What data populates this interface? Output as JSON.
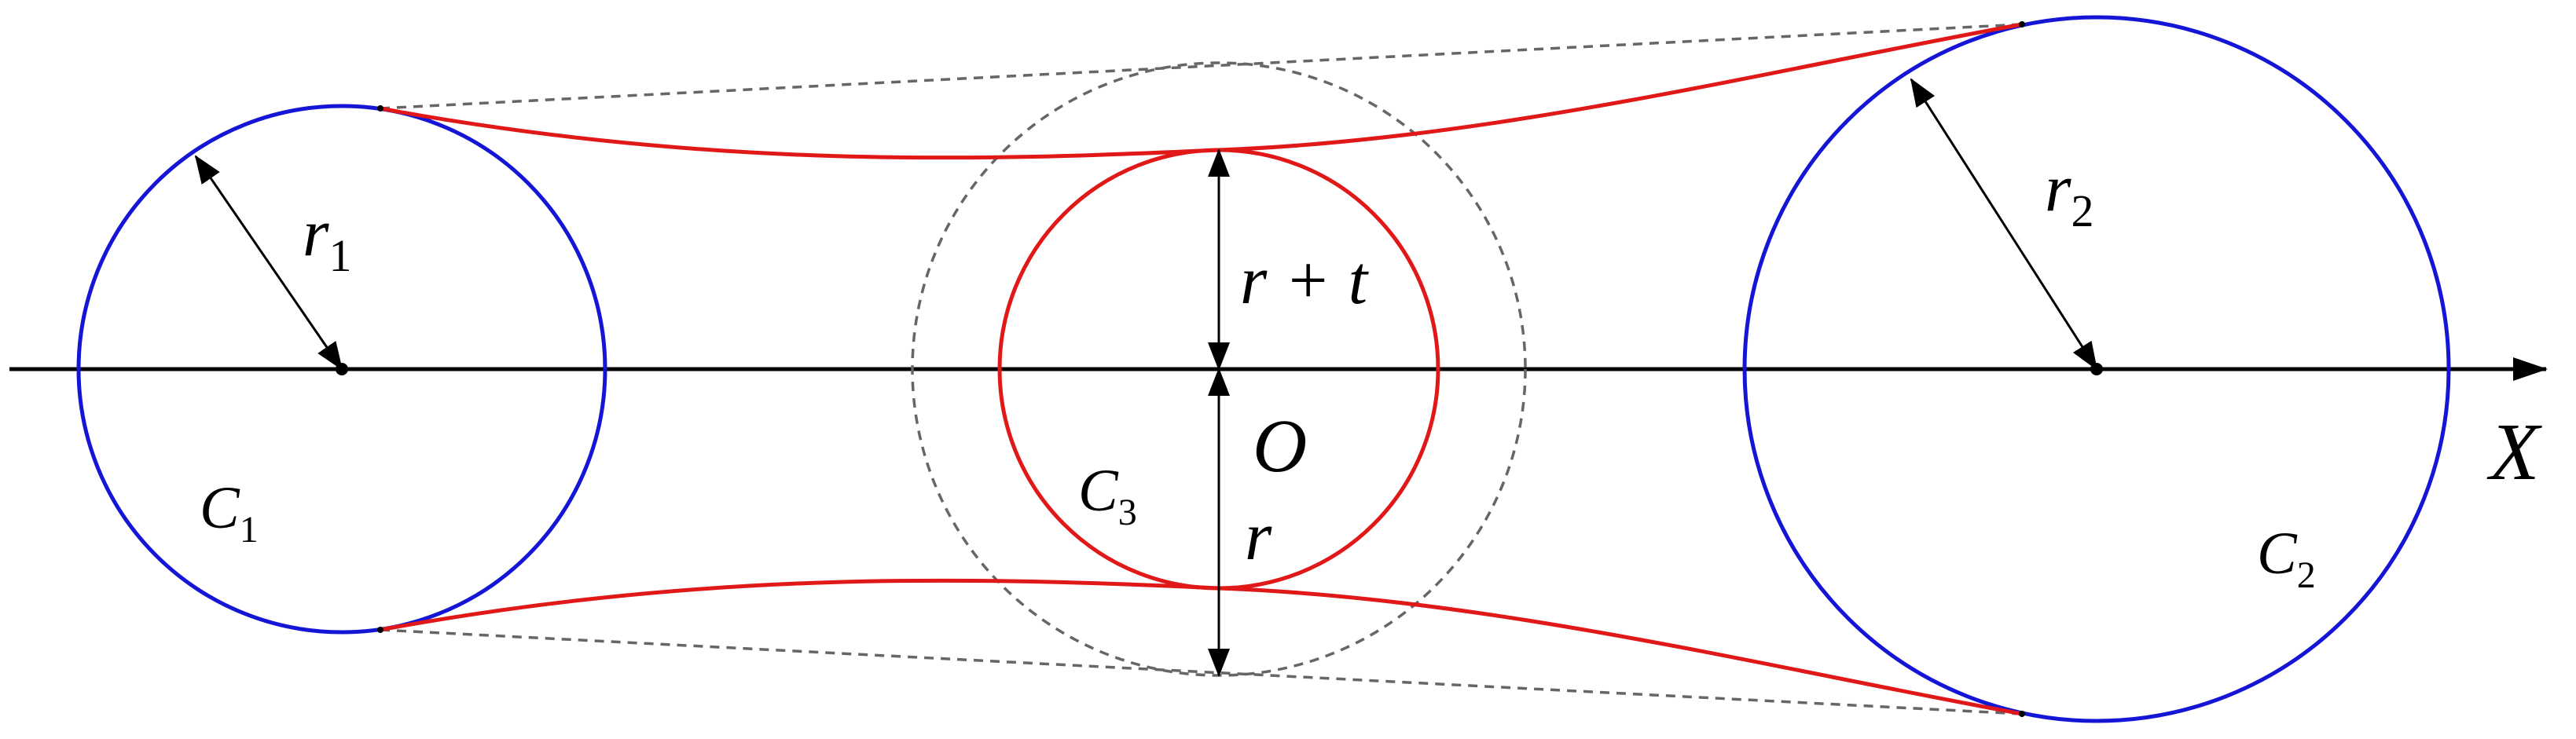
{
  "labels": {
    "r1_main": "r",
    "r1_sub": "1",
    "r2_main": "r",
    "r2_sub": "2",
    "r_plus_t": "r + t",
    "r_lower": "r",
    "origin": "O",
    "axis_x": "X",
    "c1_main": "C",
    "c1_sub": "1",
    "c2_main": "C",
    "c2_sub": "2",
    "c3_main": "C",
    "c3_sub": "3"
  },
  "colors": {
    "outer_circles": "#1515d6",
    "center_circle_and_belt": "#e01818",
    "dashed": "#666666",
    "axis": "#000000"
  }
}
